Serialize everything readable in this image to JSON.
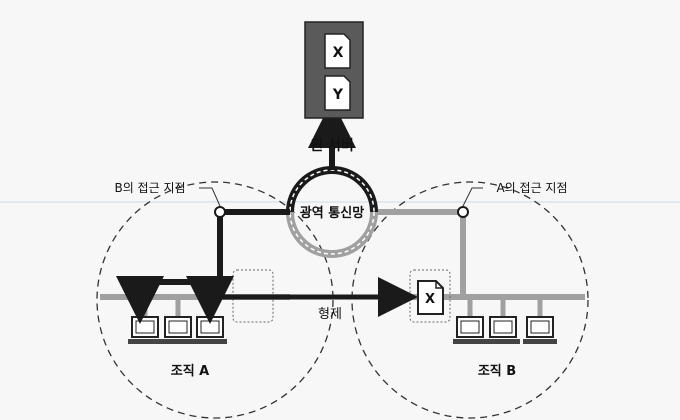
{
  "labels": {
    "origin_server": "원 서버",
    "wan": "광역 통신망",
    "access_b": "B의 접근 지점",
    "access_a": "A의 접근 지점",
    "sibling": "형제",
    "org_a": "조직 A",
    "org_b": "조직 B"
  },
  "server_files": [
    "X",
    "Y"
  ],
  "cached_file": "X",
  "colors": {
    "dark_path": "#1a1a1a",
    "gray_path": "#a0a0a0",
    "server_fill": "#5a5a5a",
    "dashed": "#333333"
  }
}
